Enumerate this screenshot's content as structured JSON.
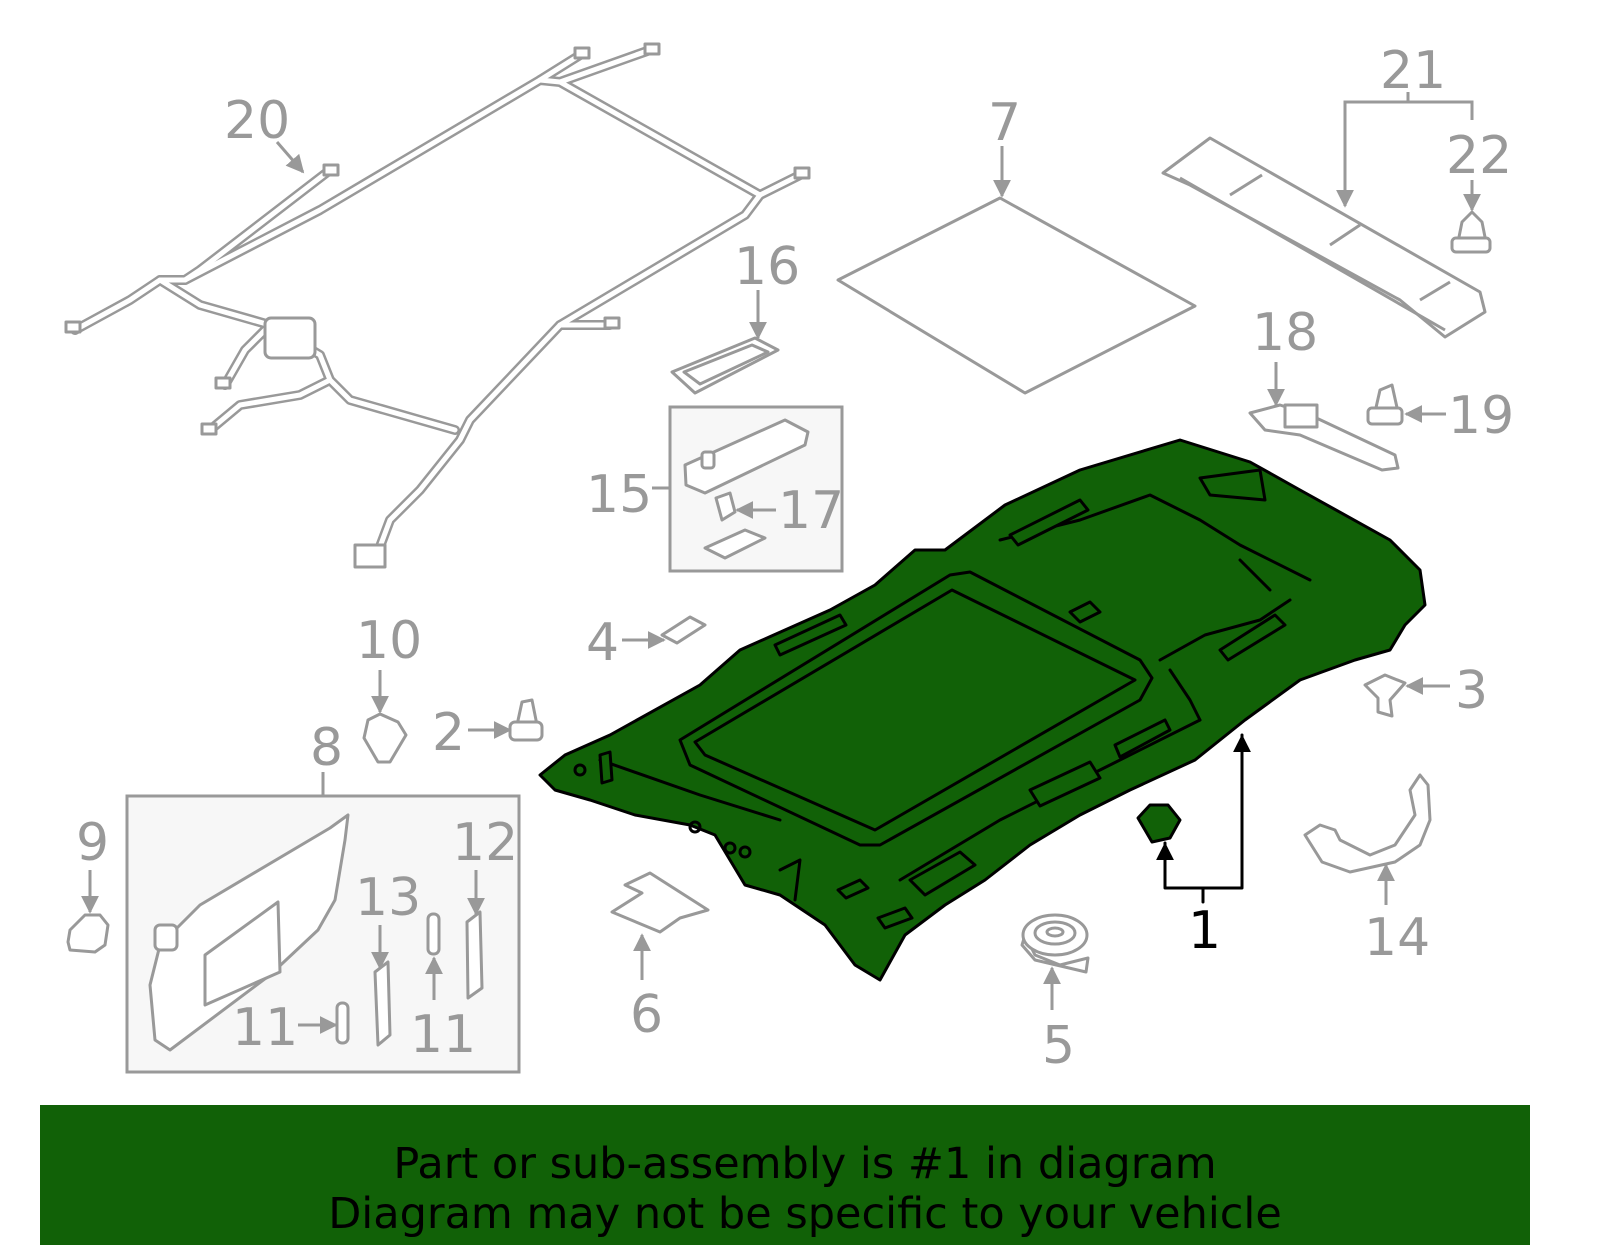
{
  "colors": {
    "highlight": "#116107",
    "parts": "#999999",
    "banner_bg": "#116107"
  },
  "callouts": {
    "c1": "1",
    "c2": "2",
    "c3": "3",
    "c4": "4",
    "c5": "5",
    "c6": "6",
    "c7": "7",
    "c8": "8",
    "c9": "9",
    "c10": "10",
    "c11a": "11",
    "c11b": "11",
    "c12": "12",
    "c13": "13",
    "c14": "14",
    "c15": "15",
    "c16": "16",
    "c17": "17",
    "c18": "18",
    "c19": "19",
    "c20": "20",
    "c21": "21",
    "c22": "22"
  },
  "banner": {
    "line1": "Part or sub-assembly is #1 in diagram",
    "line2": "Diagram may not be specific to your vehicle"
  }
}
